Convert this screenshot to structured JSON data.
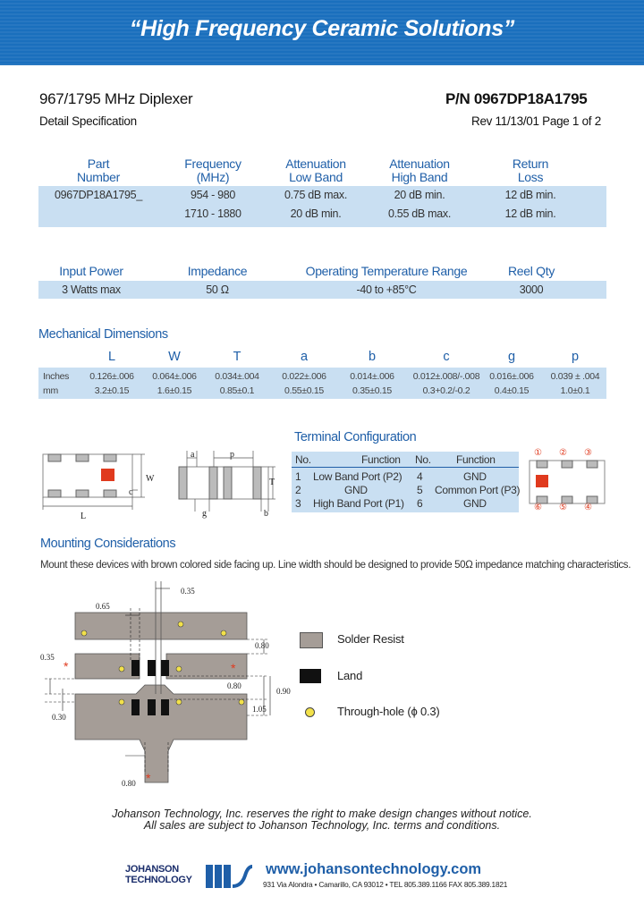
{
  "banner": {
    "title": "“High Frequency Ceramic Solutions”"
  },
  "header": {
    "product_title": "967/1795 MHz Diplexer",
    "pn": "P/N 0967DP18A1795",
    "subtitle": "Detail Specification",
    "rev": "Rev 11/13/01 Page 1 of 2"
  },
  "spec_table": {
    "headers": [
      [
        "Part",
        "Number"
      ],
      [
        "Frequency",
        "(MHz)"
      ],
      [
        "Attenuation",
        "Low Band"
      ],
      [
        "Attenuation",
        "High Band"
      ],
      [
        "Return",
        "Loss"
      ]
    ],
    "rows": [
      [
        "0967DP18A1795_",
        "954 - 980",
        "0.75 dB max.",
        "20 dB min.",
        "12 dB min."
      ],
      [
        "",
        "1710 - 1880",
        "20 dB min.",
        "0.55 dB max.",
        "12 dB min."
      ]
    ]
  },
  "power_table": {
    "headers": [
      "Input Power",
      "Impedance",
      "Operating Temperature Range",
      "Reel Qty"
    ],
    "row": [
      "3 Watts max",
      "50 Ω",
      "-40 to +85°C",
      "3000"
    ]
  },
  "mechanical": {
    "title": "Mechanical Dimensions",
    "headers": [
      "L",
      "W",
      "T",
      "a",
      "b",
      "c",
      "g",
      "p"
    ],
    "rows": [
      {
        "unit": "Inches",
        "values": [
          "0.126±.006",
          "0.064±.006",
          "0.034±.004",
          "0.022±.006",
          "0.014±.006",
          "0.012±.008/-.008",
          "0.016±.006",
          "0.039 ± .004"
        ]
      },
      {
        "unit": "mm",
        "values": [
          "3.2±0.15",
          "1.6±0.15",
          "0.85±0.1",
          "0.55±0.15",
          "0.35±0.15",
          "0.3+0.2/-0.2",
          "0.4±0.15",
          "1.0±0.1"
        ]
      }
    ]
  },
  "drawing_labels": {
    "fig1": [
      "W",
      "c",
      "L"
    ],
    "fig2": [
      "a",
      "p",
      "T",
      "g",
      "b"
    ]
  },
  "terminal": {
    "title": "Terminal Configuration",
    "headers": [
      "No.",
      "Function",
      "No.",
      "Function"
    ],
    "rows": [
      [
        "1",
        "Low Band Port (P2)",
        "4",
        "GND"
      ],
      [
        "2",
        "GND",
        "5",
        "Common Port (P3)"
      ],
      [
        "3",
        "High Band Port (P1)",
        "6",
        "GND"
      ]
    ],
    "pins_top": [
      "①",
      "②",
      "③"
    ],
    "pins_bottom": [
      "⑥",
      "⑤",
      "④"
    ]
  },
  "mounting": {
    "title": "Mounting Considerations",
    "text": "Mount these devices with brown colored side facing up. Line width should be designed to provide 50Ω impedance matching characteristics.",
    "dims": [
      "0.35",
      "0.65",
      "0.80",
      "0.35",
      "0.80",
      "0.90",
      "1.05",
      "0.30",
      "0.80"
    ],
    "star": "*",
    "legend": [
      "Solder Resist",
      "Land",
      "Through-hole (ϕ 0.3)"
    ]
  },
  "footer": {
    "line1": "Johanson Technology, Inc. reserves the right to make design changes without notice.",
    "line2": "All sales are subject to Johanson Technology, Inc. terms and conditions.",
    "logo_line1": "JOHANSON",
    "logo_line2": "TECHNOLOGY",
    "website": "www.johansontechnology.com",
    "address": "931 Via Alondra • Camarillo, CA 93012 • TEL 805.389.1166 FAX 805.389.1821"
  },
  "colors": {
    "banner": "#1a6fbd",
    "heading": "#1f5fa8",
    "band": "#c9dff2",
    "solder_resist": "#a59d97",
    "land": "#111111",
    "through_hole": "#f2e14a",
    "pad": "#e03a1e"
  }
}
